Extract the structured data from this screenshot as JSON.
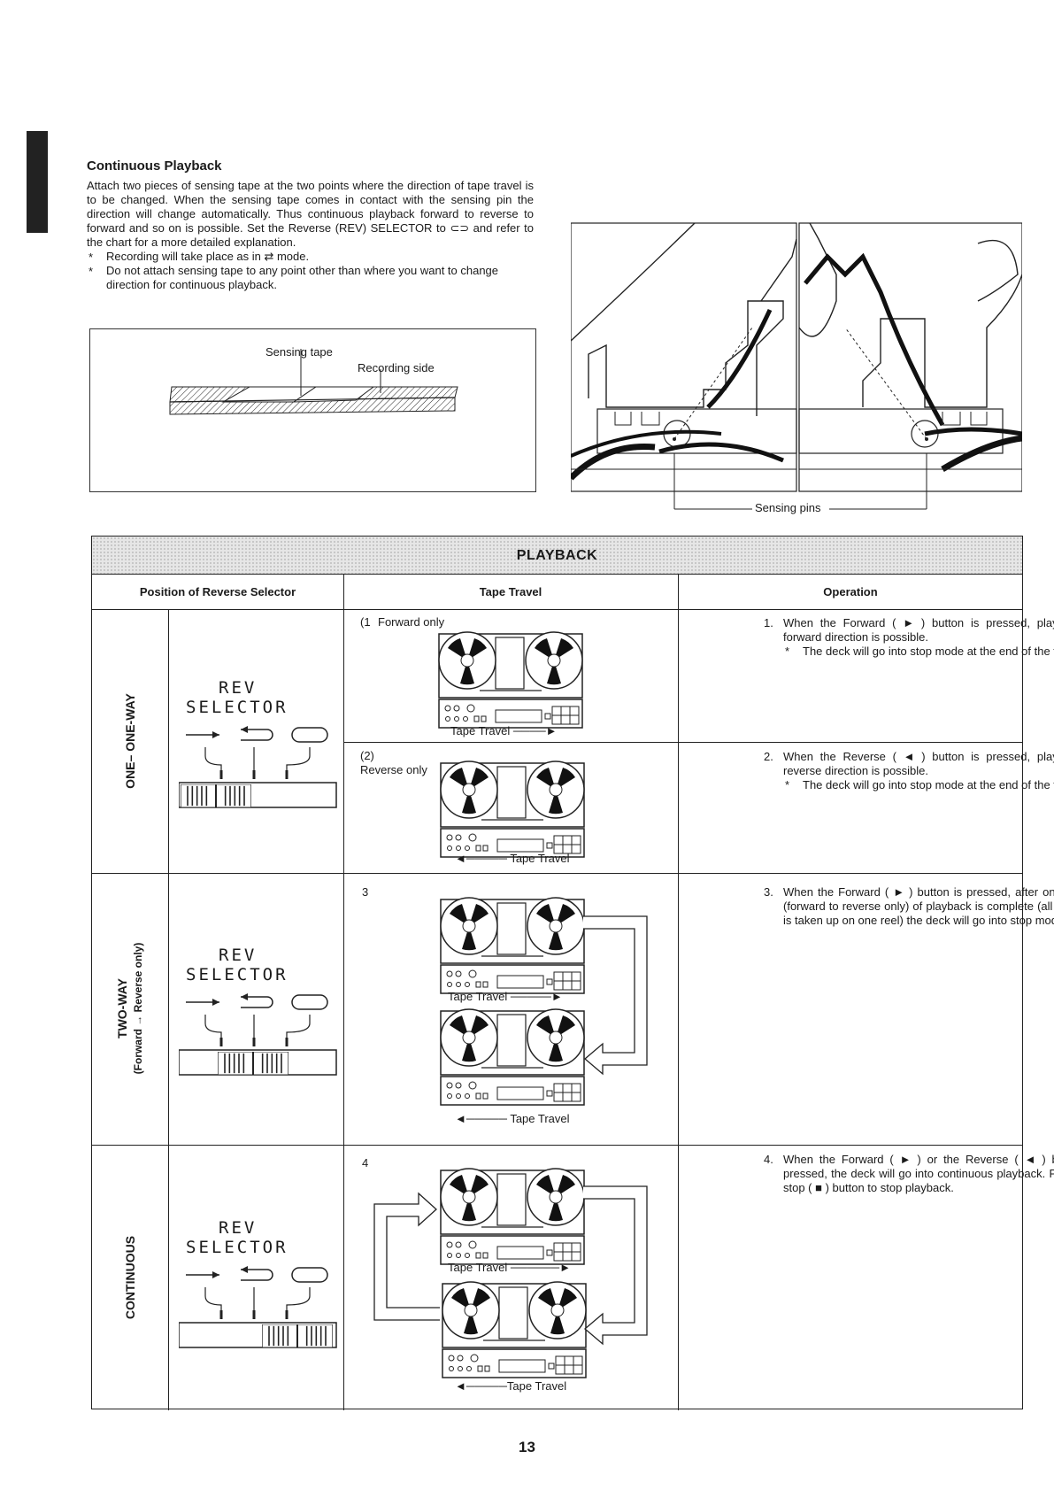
{
  "intro": {
    "heading": "Continuous Playback",
    "paragraph": "Attach two pieces of sensing tape at the two points where the direction of tape travel is to be changed. When the sensing tape comes in contact with the sensing pin the direction will change automatically. Thus continuous playback forward to reverse to forward and so on is possible. Set the Reverse (REV) SELECTOR to ⊂⊃ and refer to the chart for a more detailed explanation.",
    "notes": [
      "Recording will take place as in ⇄ mode.",
      "Do not attach sensing tape to any point other than where you want to change direction for continuous playback."
    ]
  },
  "tape_figure": {
    "label_sensing_tape": "Sensing tape",
    "label_recording_side": "Recording side"
  },
  "pins_figure": {
    "label": "Sensing pins"
  },
  "table": {
    "title": "PLAYBACK",
    "headers": [
      "Position of Reverse Selector",
      "Tape Travel",
      "Operation"
    ],
    "rev_selector": {
      "line1": "REV",
      "line2": "SELECTOR"
    },
    "tape_travel_label": "Tape Travel",
    "modes": [
      {
        "name": "ONE– ONE-WAY",
        "sub": ""
      },
      {
        "name": "TWO-WAY",
        "sub": "(Forward → Reverse only)"
      },
      {
        "name": "CONTINUOUS",
        "sub": ""
      }
    ],
    "cases": [
      {
        "num": "(1",
        "caption": "Forward only"
      },
      {
        "num": "(2)",
        "caption": "Reverse only"
      },
      {
        "num": "3",
        "caption": ""
      },
      {
        "num": "4",
        "caption": ""
      }
    ],
    "operations": [
      {
        "num": "1.",
        "text": "When the Forward ( ► ) button is pressed, playback in forward direction is possible.",
        "note": "The deck will go into stop mode at the end of the tape."
      },
      {
        "num": "2.",
        "text": "When the Reverse ( ◄ ) button is pressed, playback in reverse direction is possible.",
        "note": "The deck will go into stop mode at the end of the tape."
      },
      {
        "num": "3.",
        "text": "When the Forward ( ► ) button is pressed, after once cycle (forward to reverse only) of playback is complete (all the tape is taken up on one reel) the deck will go into stop mode.",
        "note": ""
      },
      {
        "num": "4.",
        "text": "When the Forward ( ► ) or the Reverse ( ◄ ) button is pressed, the deck will go into continuous playback. Press the stop ( ■ ) button to stop playback.",
        "note": ""
      }
    ]
  },
  "page_number": "13"
}
